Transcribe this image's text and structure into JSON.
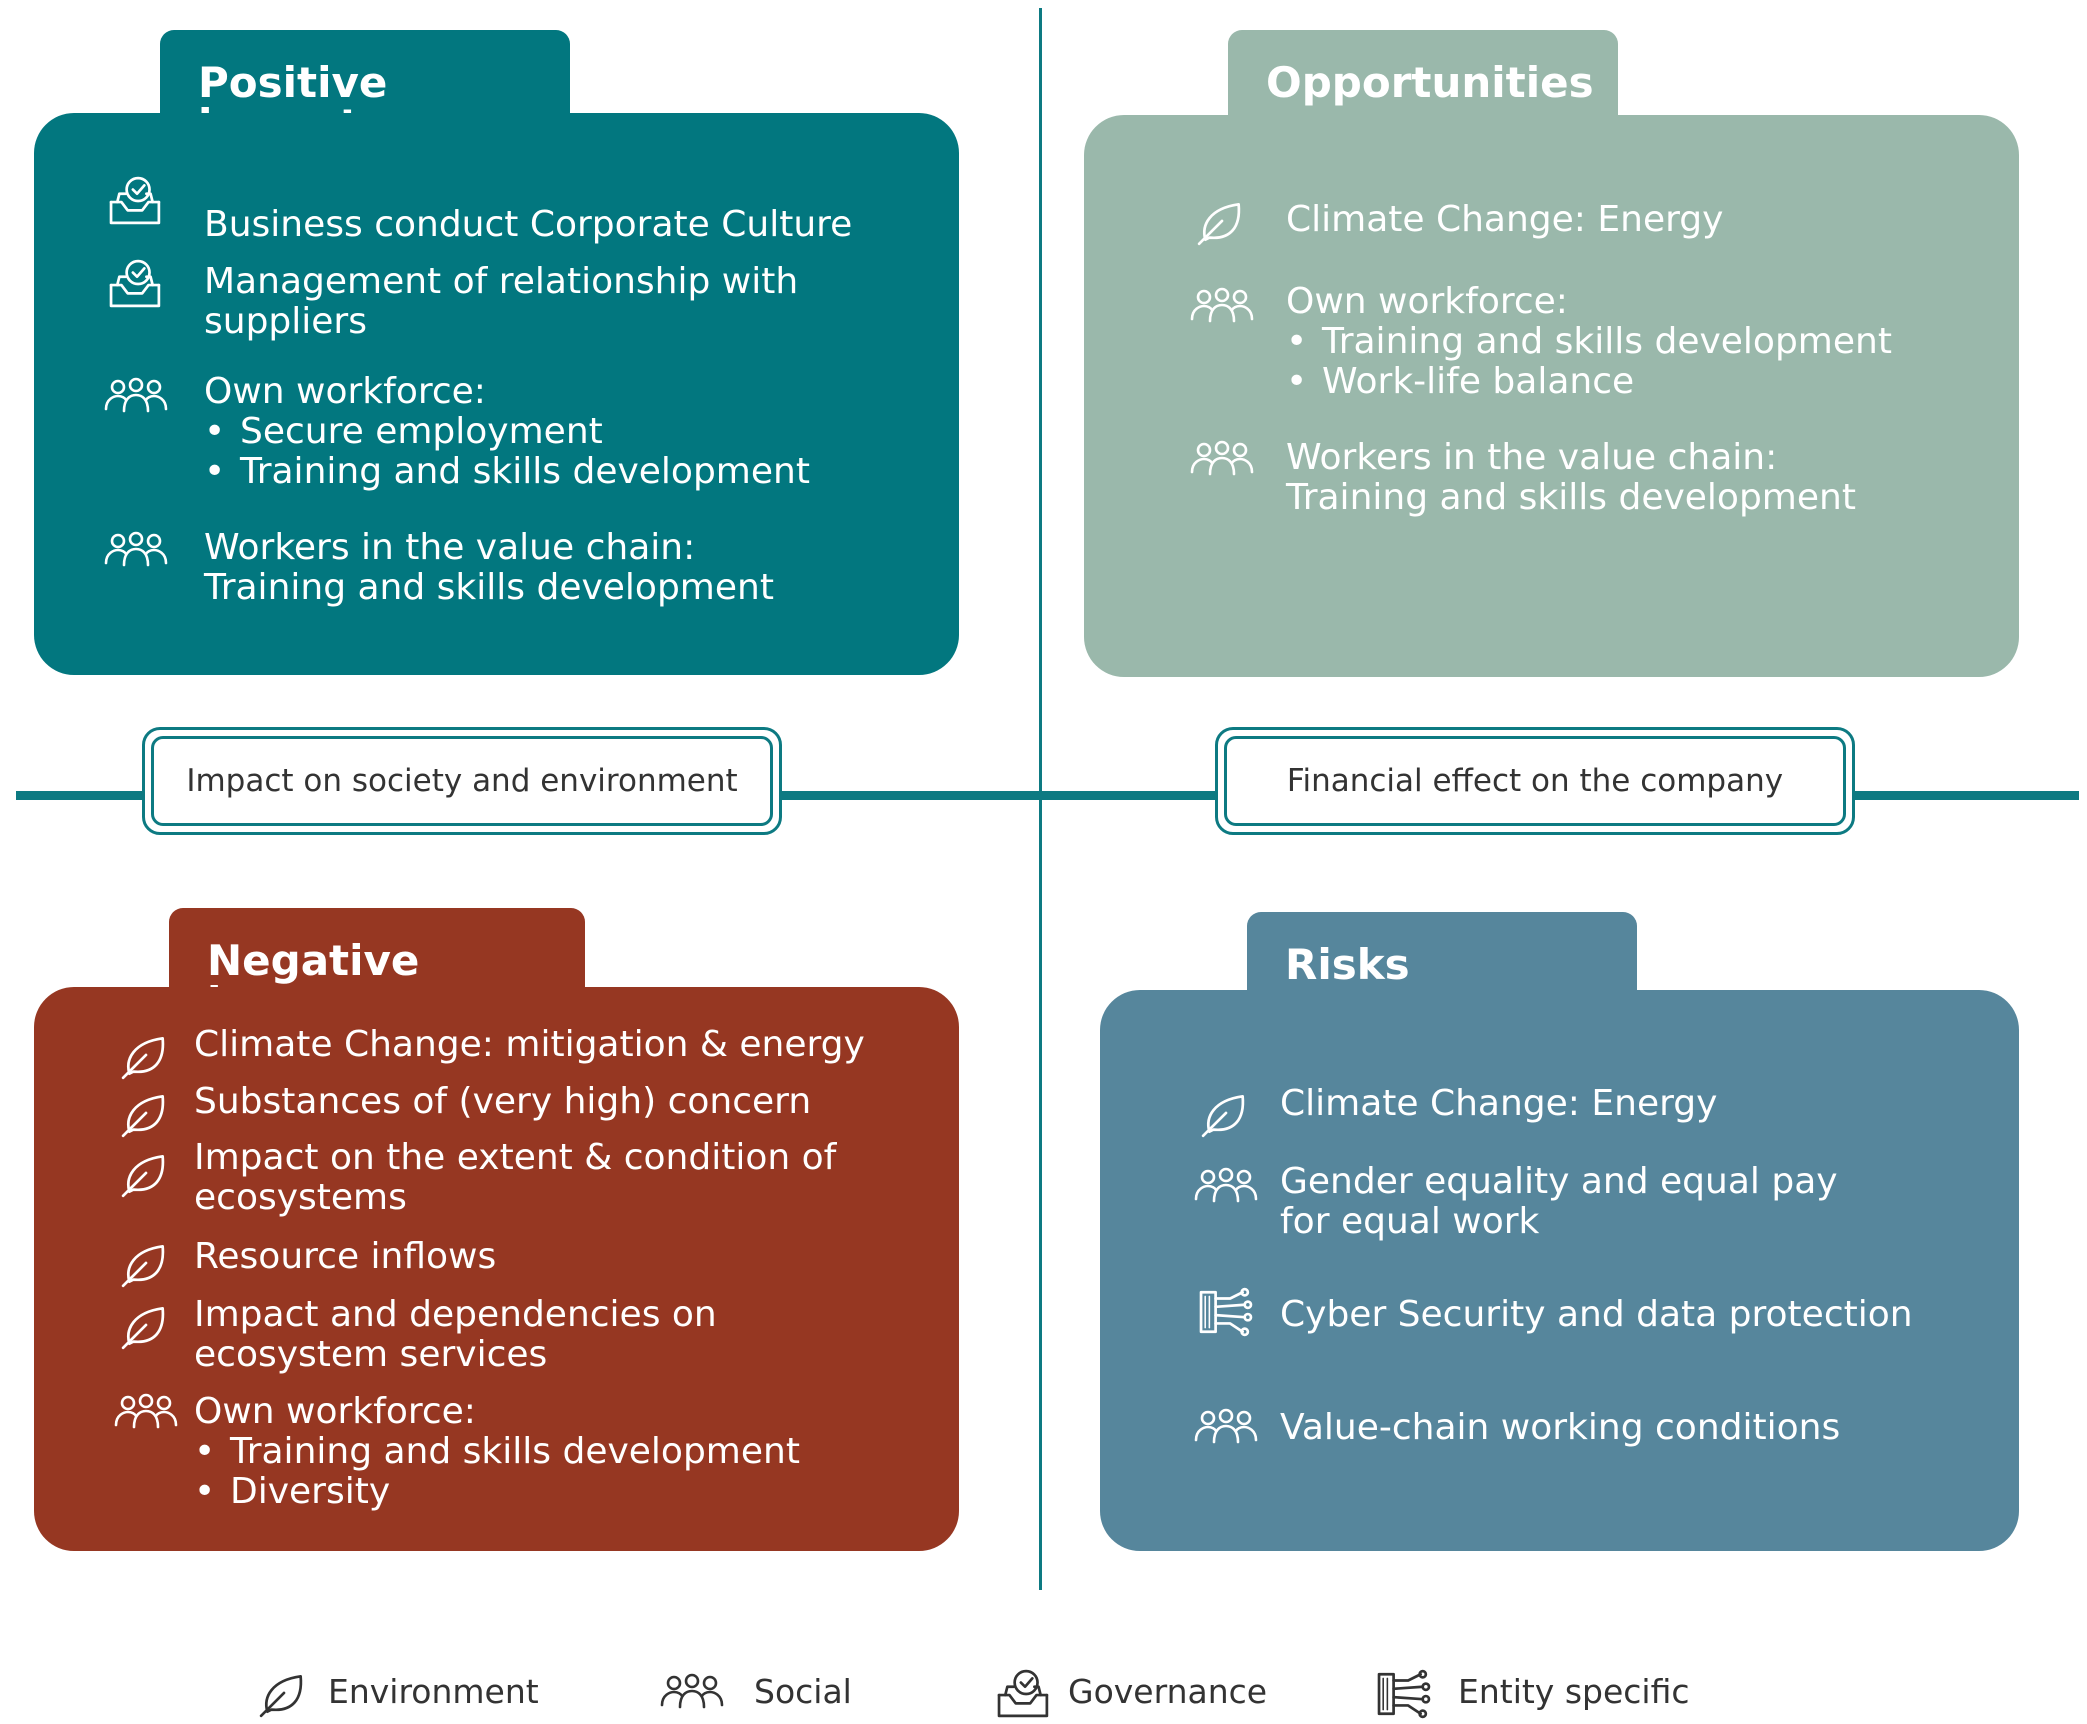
{
  "quadrants": {
    "positive": {
      "title": "Positive impacts",
      "color": "#02777f",
      "items": [
        {
          "icon": "governance-icon",
          "lines": [
            "Business conduct Corporate Culture"
          ]
        },
        {
          "icon": "governance-icon",
          "lines": [
            "Management of relationship with",
            "suppliers"
          ]
        },
        {
          "icon": "social-icon",
          "lines": [
            "Own workforce:"
          ],
          "bullets": [
            "Secure employment",
            "Training and skills development"
          ]
        },
        {
          "icon": "social-icon",
          "lines": [
            "Workers in the value chain:",
            "Training and skills development"
          ]
        }
      ]
    },
    "opportunities": {
      "title": "Opportunities",
      "color": "#9ab8ab",
      "items": [
        {
          "icon": "environment-icon",
          "lines": [
            "Climate Change: Energy"
          ]
        },
        {
          "icon": "social-icon",
          "lines": [
            "Own workforce:"
          ],
          "bullets": [
            "Training and skills development",
            "Work-life balance"
          ]
        },
        {
          "icon": "social-icon",
          "lines": [
            "Workers in the value chain:",
            "Training and skills development"
          ]
        }
      ]
    },
    "negative": {
      "title": "Negative impacts",
      "color": "#963722",
      "items": [
        {
          "icon": "environment-icon",
          "lines": [
            "Climate Change: mitigation & energy"
          ]
        },
        {
          "icon": "environment-icon",
          "lines": [
            "Substances of (very high) concern"
          ]
        },
        {
          "icon": "environment-icon",
          "lines": [
            "Impact on the extent & condition of",
            "ecosystems"
          ]
        },
        {
          "icon": "environment-icon",
          "lines": [
            "Resource inflows"
          ]
        },
        {
          "icon": "environment-icon",
          "lines": [
            "Impact and dependencies on",
            " ecosystem services"
          ]
        },
        {
          "icon": "social-icon",
          "lines": [
            "Own workforce:"
          ],
          "bullets": [
            "Training and skills development",
            "Diversity"
          ]
        }
      ]
    },
    "risks": {
      "title": "Risks",
      "color": "#56869c",
      "items": [
        {
          "icon": "environment-icon",
          "lines": [
            "Climate Change: Energy"
          ]
        },
        {
          "icon": "social-icon",
          "lines": [
            "Gender equality and equal pay",
            "for equal work"
          ]
        },
        {
          "icon": "entity-specific-icon",
          "lines": [
            "Cyber Security and data protection"
          ]
        },
        {
          "icon": "social-icon",
          "lines": [
            "Value-chain working conditions"
          ]
        }
      ]
    }
  },
  "axis_labels": {
    "left": "Impact on society and environment",
    "right": "Financial effect on the company"
  },
  "legend": [
    {
      "icon": "environment-icon",
      "label": "Environment"
    },
    {
      "icon": "social-icon",
      "label": "Social"
    },
    {
      "icon": "governance-icon",
      "label": "Governance"
    },
    {
      "icon": "entity-specific-icon",
      "label": "Entity specific"
    }
  ],
  "colors": {
    "axis": "#0d7a82",
    "icon_dark": "#333333",
    "icon_light": "#ffffff"
  }
}
